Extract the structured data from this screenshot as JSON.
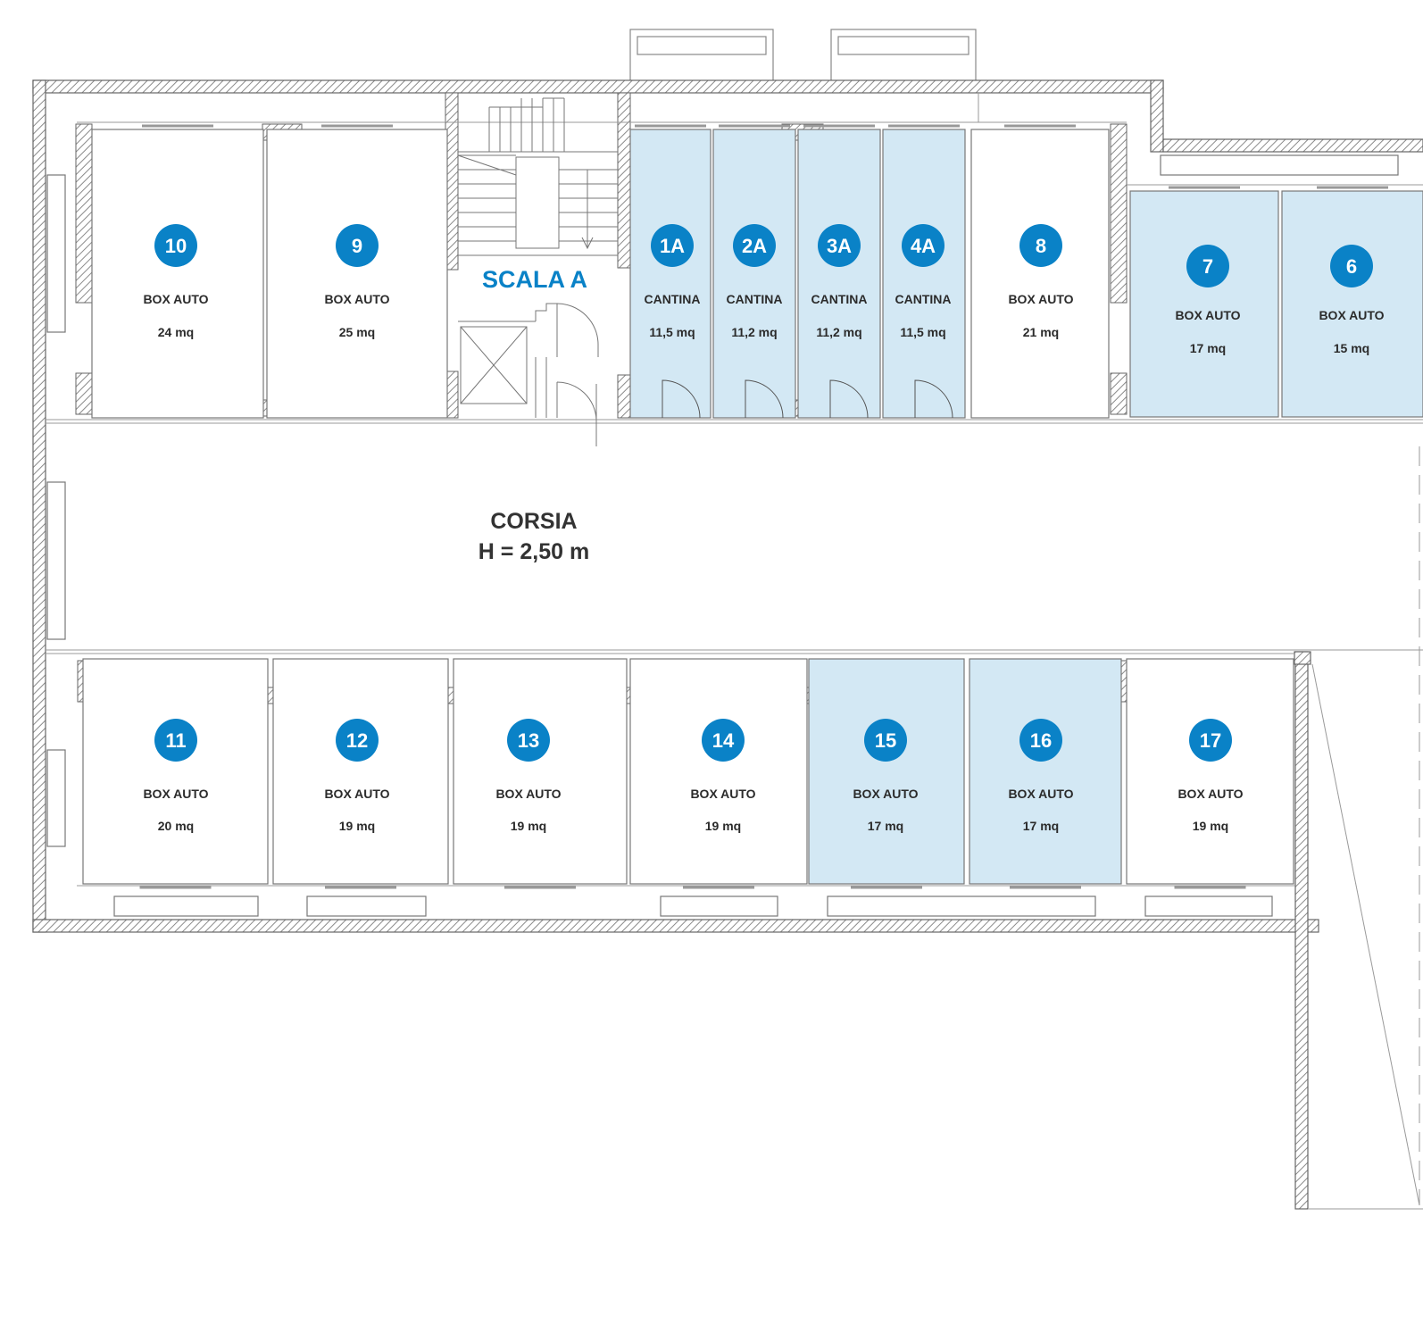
{
  "colors": {
    "accent": "#0a82c7",
    "highlight_fill": "#d3e8f4",
    "wall": "#777777",
    "text": "#2b2b2b"
  },
  "stair": {
    "label": "SCALA A"
  },
  "corridor": {
    "label": "CORSIA",
    "height": "H = 2,50 m"
  },
  "units": [
    {
      "id": "10",
      "type": "BOX AUTO",
      "area": "24 mq",
      "highlighted": false
    },
    {
      "id": "9",
      "type": "BOX AUTO",
      "area": "25 mq",
      "highlighted": false
    },
    {
      "id": "1A",
      "type": "CANTINA",
      "area": "11,5 mq",
      "highlighted": true
    },
    {
      "id": "2A",
      "type": "CANTINA",
      "area": "11,2 mq",
      "highlighted": true
    },
    {
      "id": "3A",
      "type": "CANTINA",
      "area": "11,2 mq",
      "highlighted": true
    },
    {
      "id": "4A",
      "type": "CANTINA",
      "area": "11,5 mq",
      "highlighted": true
    },
    {
      "id": "8",
      "type": "BOX AUTO",
      "area": "21 mq",
      "highlighted": false
    },
    {
      "id": "7",
      "type": "BOX AUTO",
      "area": "17 mq",
      "highlighted": true
    },
    {
      "id": "6",
      "type": "BOX AUTO",
      "area": "15 mq",
      "highlighted": true
    },
    {
      "id": "11",
      "type": "BOX AUTO",
      "area": "20 mq",
      "highlighted": false
    },
    {
      "id": "12",
      "type": "BOX AUTO",
      "area": "19 mq",
      "highlighted": false
    },
    {
      "id": "13",
      "type": "BOX AUTO",
      "area": "19 mq",
      "highlighted": false
    },
    {
      "id": "14",
      "type": "BOX AUTO",
      "area": "19 mq",
      "highlighted": false
    },
    {
      "id": "15",
      "type": "BOX AUTO",
      "area": "17 mq",
      "highlighted": true
    },
    {
      "id": "16",
      "type": "BOX AUTO",
      "area": "17 mq",
      "highlighted": true
    },
    {
      "id": "17",
      "type": "BOX AUTO",
      "area": "19 mq",
      "highlighted": false
    }
  ]
}
